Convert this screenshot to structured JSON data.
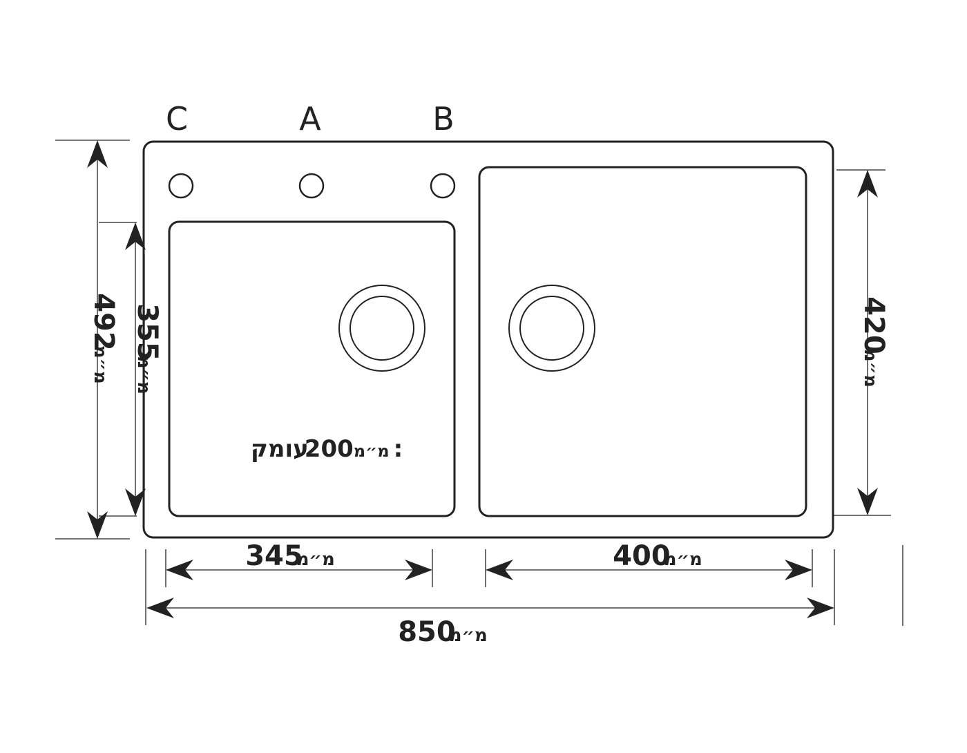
{
  "taps": [
    {
      "id": "C",
      "label": "C"
    },
    {
      "id": "A",
      "label": "A"
    },
    {
      "id": "B",
      "label": "B"
    }
  ],
  "unit": "מ״מ",
  "dimensions": {
    "total_width": {
      "value": "850",
      "unit": "מ״מ"
    },
    "left_bowl_width": {
      "value": "345",
      "unit": "מ״מ"
    },
    "right_bowl_width": {
      "value": "400",
      "unit": "מ״מ"
    },
    "total_depth": {
      "value": "492",
      "unit": "מ״מ"
    },
    "left_bowl_depth": {
      "value": "355",
      "unit": "מ״מ"
    },
    "right_bowl_depth": {
      "value": "420",
      "unit": "מ״מ"
    }
  },
  "bowl_depth": {
    "label": "עומק:",
    "value": "200",
    "unit": "מ״מ"
  }
}
